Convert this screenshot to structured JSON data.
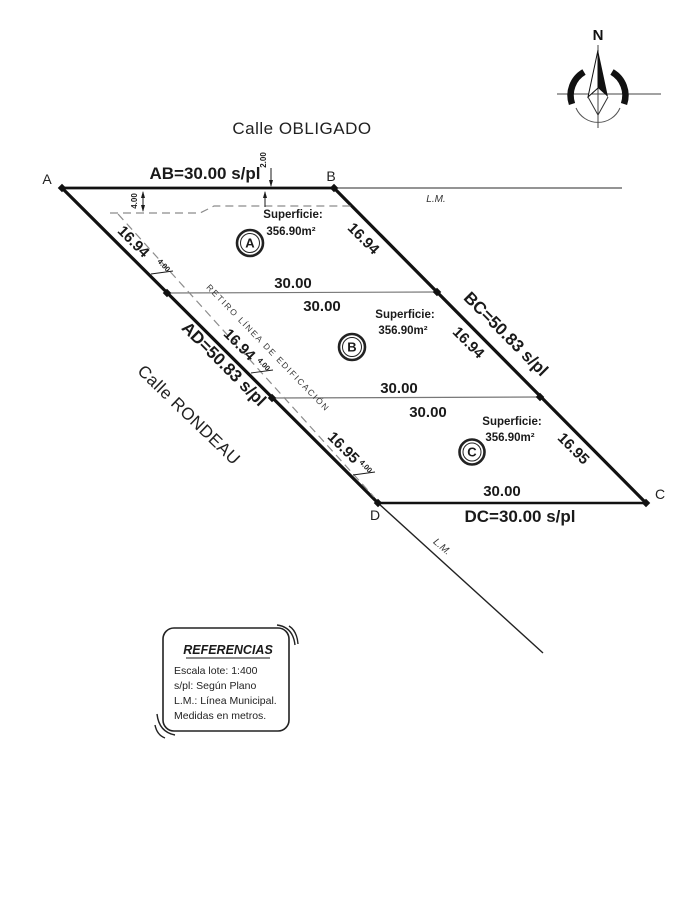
{
  "north": {
    "label": "N"
  },
  "streets": {
    "obligado": "Calle OBLIGADO",
    "rondeau": "Calle RONDEAU"
  },
  "corners": {
    "a": "A",
    "b": "B",
    "c": "C",
    "d": "D"
  },
  "edge_labels": {
    "ab": "AB=30.00 s/pl",
    "bc": "BC=50.83 s/pl",
    "ad": "AD=50.83 s/pl",
    "dc": "DC=30.00 s/pl"
  },
  "lm_labels": {
    "top": "L.M.",
    "bottom": "L.M."
  },
  "setback_line_label": "RETIRO LÍNEA DE EDIFICACIÓN",
  "dimensions": {
    "front_left": "4.00",
    "front_right": "2.00",
    "side_lot_a": "4.00",
    "side_lot_b": "4.00",
    "side_lot_c": "4.00"
  },
  "lots": [
    {
      "name": "A",
      "area_label": "Superficie:",
      "area_value": "356.90m²",
      "ad_segment": "16.94",
      "bc_segment": "16.94",
      "width_bottom": "30.00"
    },
    {
      "name": "B",
      "area_label": "Superficie:",
      "area_value": "356.90m²",
      "ad_segment": "16.94",
      "bc_segment": "16.94",
      "width_top": "30.00",
      "width_bottom": "30.00"
    },
    {
      "name": "C",
      "area_label": "Superficie:",
      "area_value": "356.90m²",
      "ad_segment": "16.95",
      "bc_segment": "16.95",
      "width_top": "30.00",
      "width_bottom": "30.00"
    }
  ],
  "references": {
    "title": "REFERENCIAS",
    "lines": [
      "Escala lote: 1:400",
      "s/pl: Según Plano",
      "L.M.: Línea Municipal.",
      "Medidas en metros."
    ]
  },
  "colors": {
    "ink": "#1a1a1a",
    "thin_line": "#777777",
    "dashed_line": "#8c8c8c",
    "paper": "#ffffff"
  }
}
